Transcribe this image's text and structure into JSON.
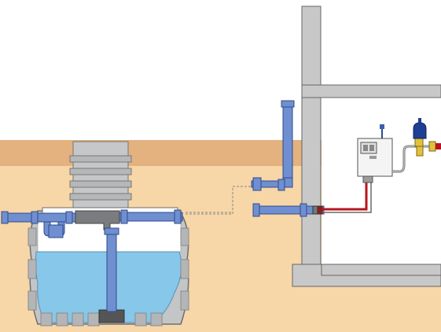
{
  "diagram": {
    "type": "rainwater-harvesting-installation-cross-section",
    "components": [
      {
        "name": "underground-tank",
        "icon": "tank-icon"
      },
      {
        "name": "access-shaft",
        "icon": "shaft-icon"
      },
      {
        "name": "inlet-pipe",
        "icon": "pipe-icon"
      },
      {
        "name": "overflow-pipe",
        "icon": "pipe-icon"
      },
      {
        "name": "suction-pipe",
        "icon": "pipe-icon"
      },
      {
        "name": "building-wall",
        "icon": "wall-icon"
      },
      {
        "name": "downpipe",
        "icon": "pipe-icon"
      },
      {
        "name": "control-unit",
        "icon": "control-box-icon"
      },
      {
        "name": "pressure-vessel",
        "icon": "vessel-icon"
      }
    ],
    "colors": {
      "sky": "#ffffff",
      "soil": "#f7d7aa",
      "topsoil": "#e5b27f",
      "water": "#86c7ea",
      "tank": "#c4c5c7",
      "pipe": "#6f8fd0",
      "wall": "#c9c9c9",
      "cable": "#b8141c"
    }
  }
}
